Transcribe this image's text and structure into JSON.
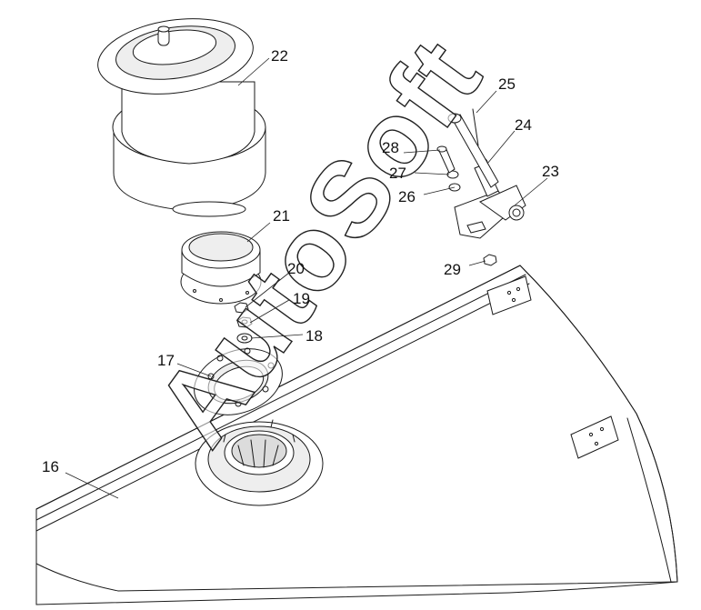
{
  "diagram": {
    "watermark": "AutoSoft",
    "callouts": {
      "16": "16",
      "17": "17",
      "18": "18",
      "19": "19",
      "20": "20",
      "21": "21",
      "22": "22",
      "23": "23",
      "24": "24",
      "25": "25",
      "26": "26",
      "27": "27",
      "28": "28",
      "29": "29"
    },
    "colors": {
      "line": "#1a1a1a",
      "background": "#ffffff",
      "shade": "#eeeeee"
    }
  }
}
